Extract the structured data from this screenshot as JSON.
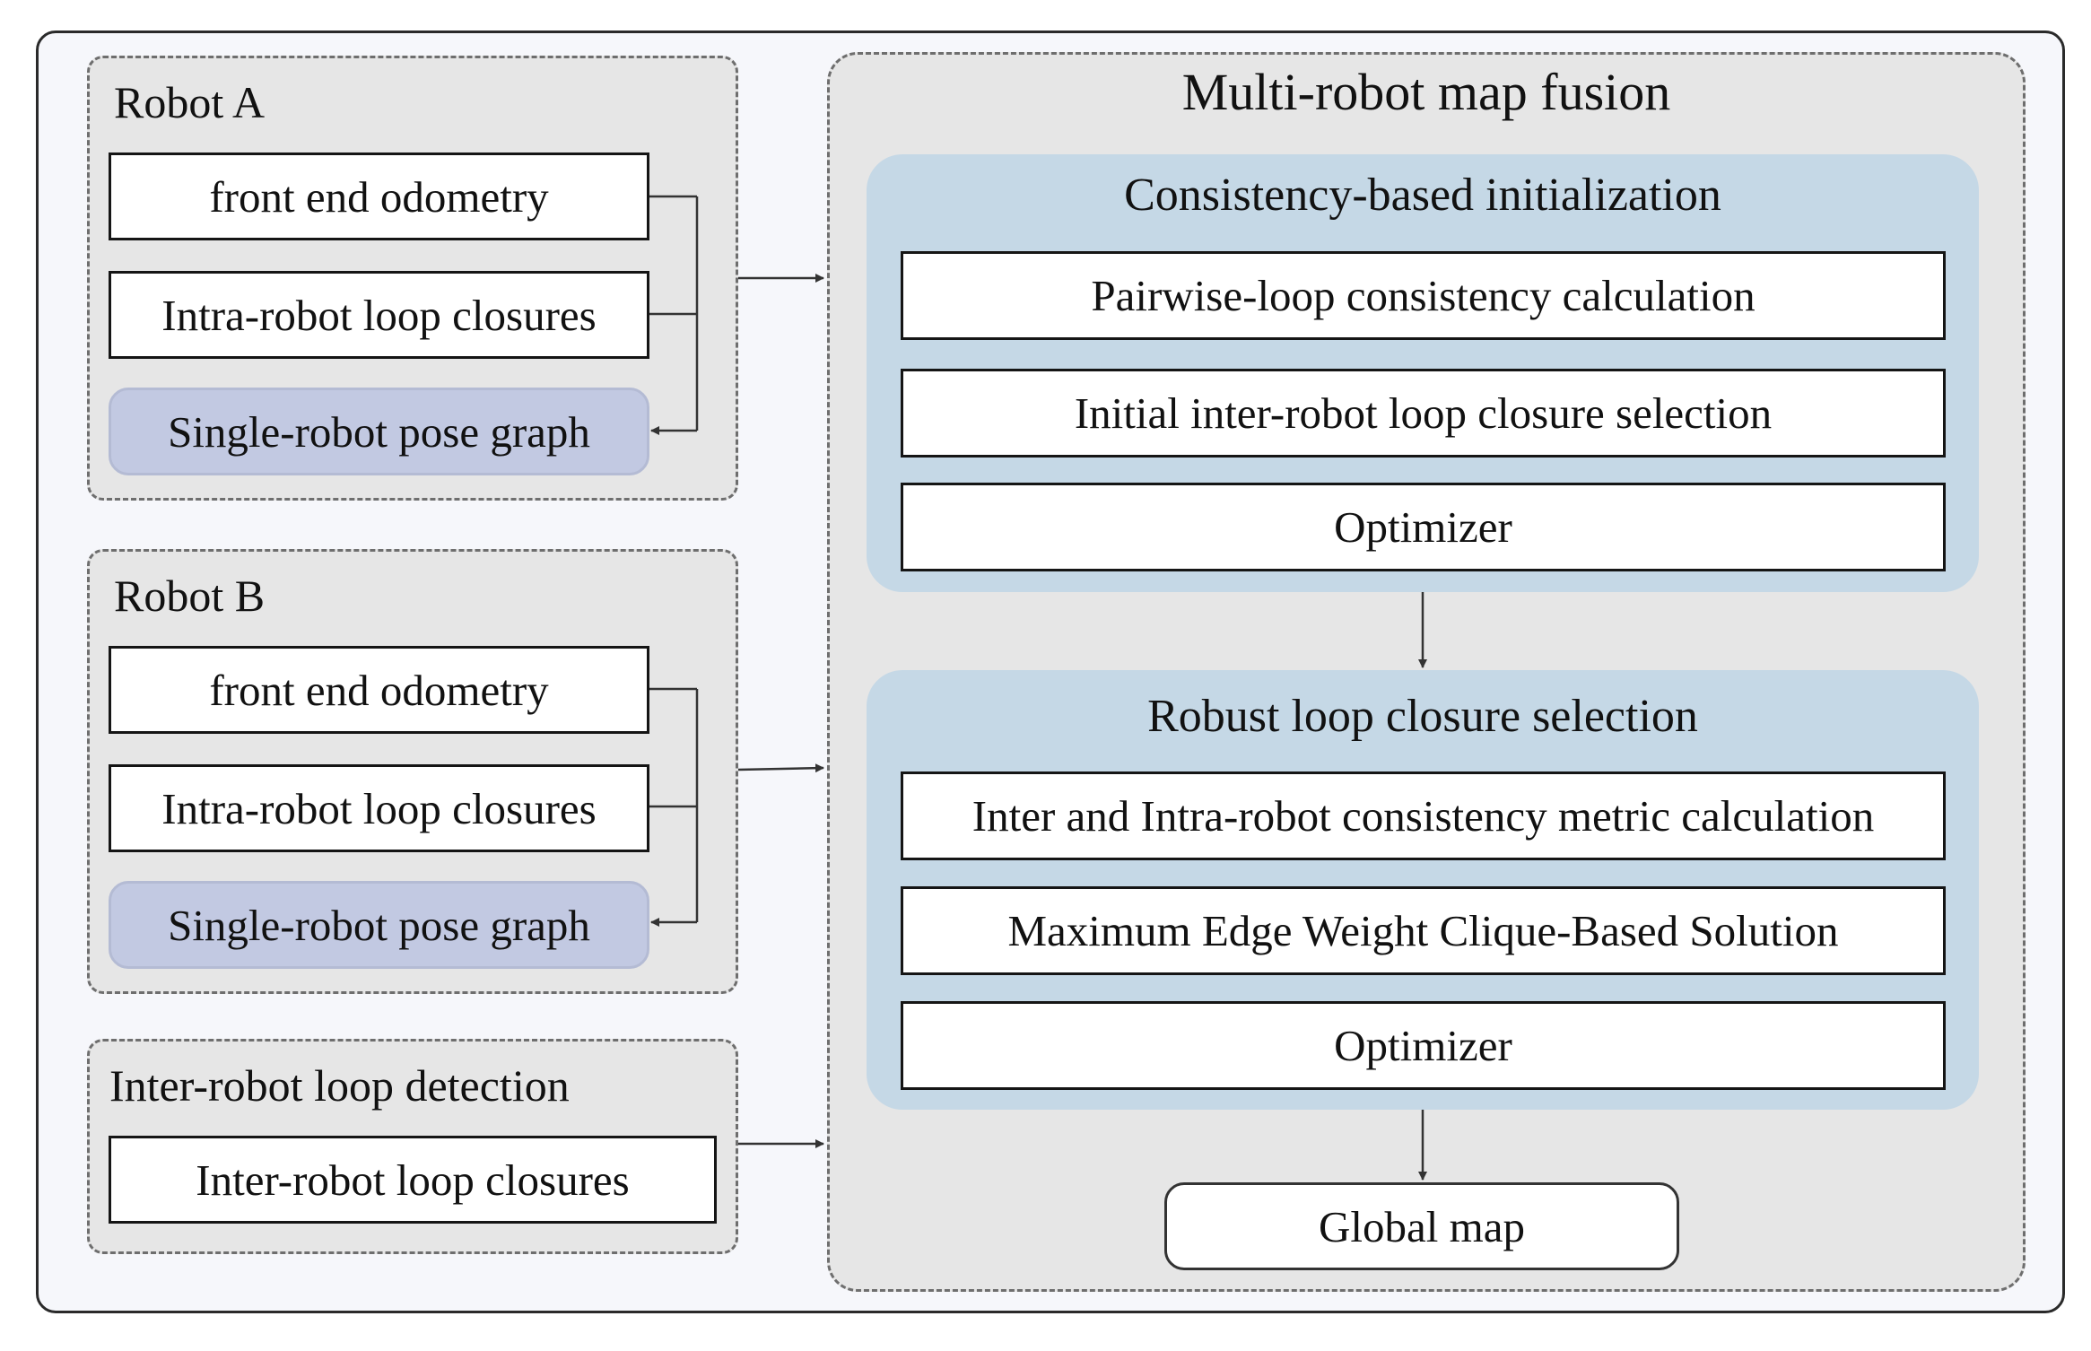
{
  "robot_a": {
    "title": "Robot A",
    "odometry": "front end odometry",
    "intra_loops": "Intra-robot loop closures",
    "pose_graph": "Single-robot pose graph"
  },
  "robot_b": {
    "title": "Robot B",
    "odometry": "front end odometry",
    "intra_loops": "Intra-robot loop closures",
    "pose_graph": "Single-robot pose graph"
  },
  "inter_detection": {
    "title": "Inter-robot loop detection",
    "closures": "Inter-robot loop closures"
  },
  "fusion": {
    "title": "Multi-robot map fusion",
    "init_panel": {
      "title": "Consistency-based initialization",
      "steps": [
        "Pairwise-loop consistency calculation",
        "Initial inter-robot loop closure selection",
        "Optimizer"
      ]
    },
    "robust_panel": {
      "title": "Robust loop closure selection",
      "steps": [
        "Inter and Intra-robot consistency metric calculation",
        "Maximum Edge Weight Clique-Based Solution",
        "Optimizer"
      ]
    },
    "output": "Global map"
  },
  "colors": {
    "group_fill": "#e6e6e6",
    "panel_fill": "#c5d8e6",
    "pose_graph_fill": "#c2c9e2",
    "frame_fill": "#f6f7fb",
    "line": "#333333"
  }
}
